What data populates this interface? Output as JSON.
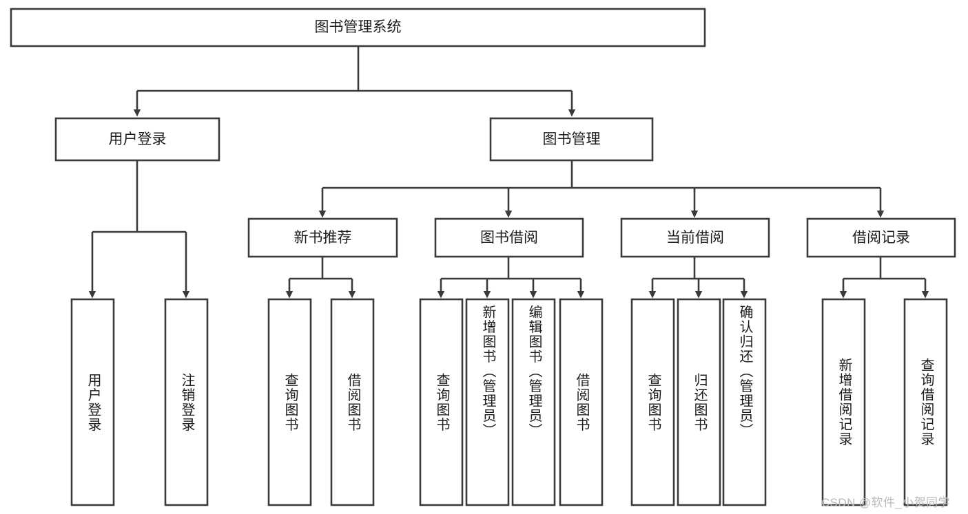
{
  "diagram": {
    "type": "tree-hierarchy",
    "orientation": "top-down",
    "title": "图书管理系统",
    "watermark": "CSDN @软件_小贺同学",
    "colors": {
      "stroke": "#3a3a3a",
      "fill": "#ffffff",
      "text": "#1d1d1d",
      "watermark": "#b9b9b9"
    },
    "levels": {
      "root": {
        "label": "图书管理系统"
      },
      "level2": [
        {
          "label": "用户登录"
        },
        {
          "label": "图书管理"
        }
      ],
      "level3": [
        {
          "label": "新书推荐"
        },
        {
          "label": "图书借阅"
        },
        {
          "label": "当前借阅"
        },
        {
          "label": "借阅记录"
        }
      ],
      "leaves": [
        {
          "label": "用户登录",
          "parent": "用户登录"
        },
        {
          "label": "注销登录",
          "parent": "用户登录"
        },
        {
          "label": "查询图书",
          "parent": "新书推荐"
        },
        {
          "label": "借阅图书",
          "parent": "新书推荐"
        },
        {
          "label": "查询图书",
          "parent": "图书借阅"
        },
        {
          "label": "新增图书（管理员）",
          "parent": "图书借阅"
        },
        {
          "label": "编辑图书（管理员）",
          "parent": "图书借阅"
        },
        {
          "label": "借阅图书",
          "parent": "图书借阅"
        },
        {
          "label": "查询图书",
          "parent": "当前借阅"
        },
        {
          "label": "归还图书",
          "parent": "当前借阅"
        },
        {
          "label": "确认归还（管理员）",
          "parent": "当前借阅"
        },
        {
          "label": "新增借阅记录",
          "parent": "借阅记录"
        },
        {
          "label": "查询借阅记录",
          "parent": "借阅记录"
        }
      ]
    }
  }
}
